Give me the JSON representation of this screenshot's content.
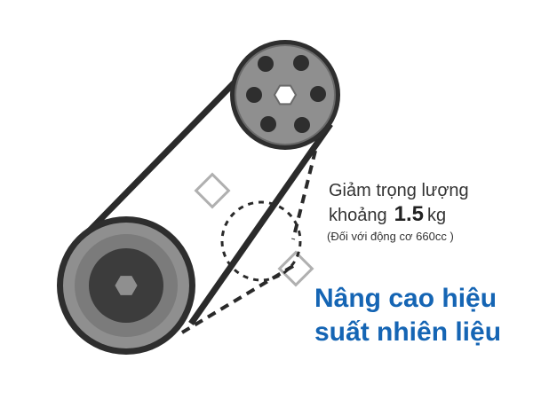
{
  "labels": {
    "weight_line1": "Giảm trọng lượng",
    "weight_prefix": "khoảng",
    "weight_value": "1.5",
    "weight_unit": "kg",
    "engine_note": "(Đối với động cơ 660cc )",
    "headline_line1": "Nâng cao hiệu",
    "headline_line2": "suất nhiên liệu"
  },
  "colors": {
    "headline": "#1565b4",
    "pulley_fill": "#8f8f8f",
    "pulley_dark": "#3c3c3c",
    "belt": "#2a2a2a",
    "removed_part": "#b0b0b0"
  },
  "icons": {
    "top_pulley": "pulley-with-bolt-holes",
    "bottom_pulley": "crank-pulley",
    "removed_pulley": "dashed-idler-pulley"
  }
}
